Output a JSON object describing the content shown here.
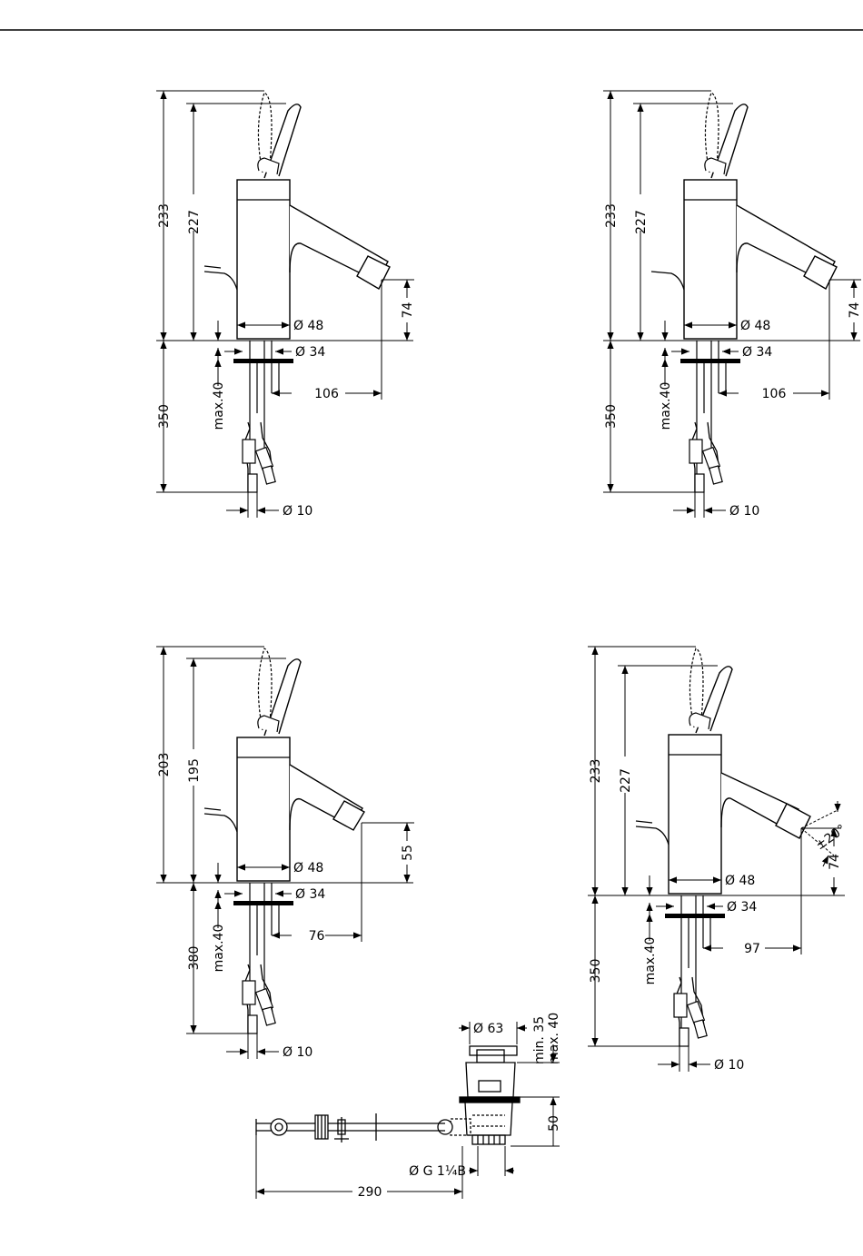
{
  "views": {
    "top_left": {
      "dims": {
        "h_total": "233",
        "h_lever": "227",
        "spout_h": "74",
        "body_d": "Ø 48",
        "base_d": "Ø 34",
        "below": "350",
        "max40": "max.40",
        "reach": "106",
        "hose_d": "Ø 10"
      }
    },
    "top_right": {
      "dims": {
        "h_total": "233",
        "h_lever": "227",
        "spout_h": "74",
        "body_d": "Ø 48",
        "base_d": "Ø 34",
        "below": "350",
        "max40": "max.40",
        "reach": "106",
        "hose_d": "Ø 10"
      }
    },
    "bottom_left": {
      "dims": {
        "h_total": "203",
        "h_lever": "195",
        "spout_h": "55",
        "body_d": "Ø 48",
        "base_d": "Ø 34",
        "below": "380",
        "max40": "max.40",
        "reach": "76",
        "hose_d": "Ø 10"
      }
    },
    "bottom_right": {
      "dims": {
        "h_total": "233",
        "h_lever": "227",
        "spout_h": "74",
        "body_d": "Ø 48",
        "base_d": "Ø 34",
        "below": "350",
        "max40": "max.40",
        "reach": "97",
        "hose_d": "Ø 10",
        "angle": "±20°"
      }
    }
  },
  "waste": {
    "top_d": "Ø 63",
    "min35": "min. 35",
    "max40": "max. 40",
    "h50": "50",
    "thread": "Ø G 1¼B",
    "length": "290"
  }
}
